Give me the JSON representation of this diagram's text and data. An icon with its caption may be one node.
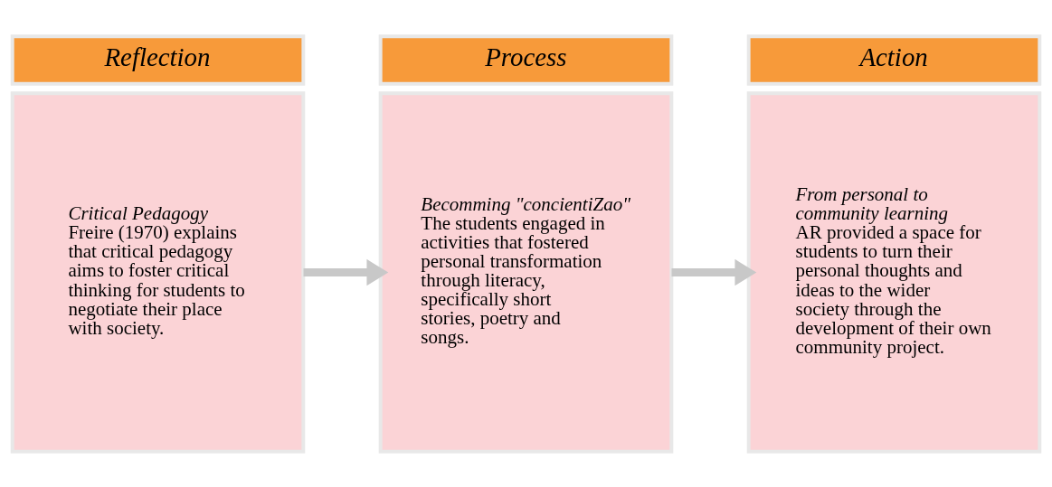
{
  "diagram": {
    "nodes": [
      {
        "text": [
          "Reflection"
        ]
      },
      {
        "text": [
          "Critical Pedagogy",
          "Freire (1970) explains that critical pedagogy aims to foster critical thinking for students to negotiate their place with society."
        ]
      },
      {
        "text": [
          "Process"
        ]
      },
      {
        "text": [
          "Becomming \"concientiZao\"",
          "The students engaged in activities that fostered personal transformation through literacy, specifically short stories, poetry and songs."
        ]
      },
      {
        "text": [
          "Action"
        ]
      },
      {
        "text": [
          "From personal to community learning",
          "AR provided a space for students to turn their personal thoughts and ideas to the wider society through the development of their own community project."
        ]
      }
    ],
    "edges": [
      {
        "from": 1,
        "to": 3,
        "arrow": "to"
      },
      {
        "from": 3,
        "to": 5,
        "arrow": "to"
      }
    ]
  }
}
